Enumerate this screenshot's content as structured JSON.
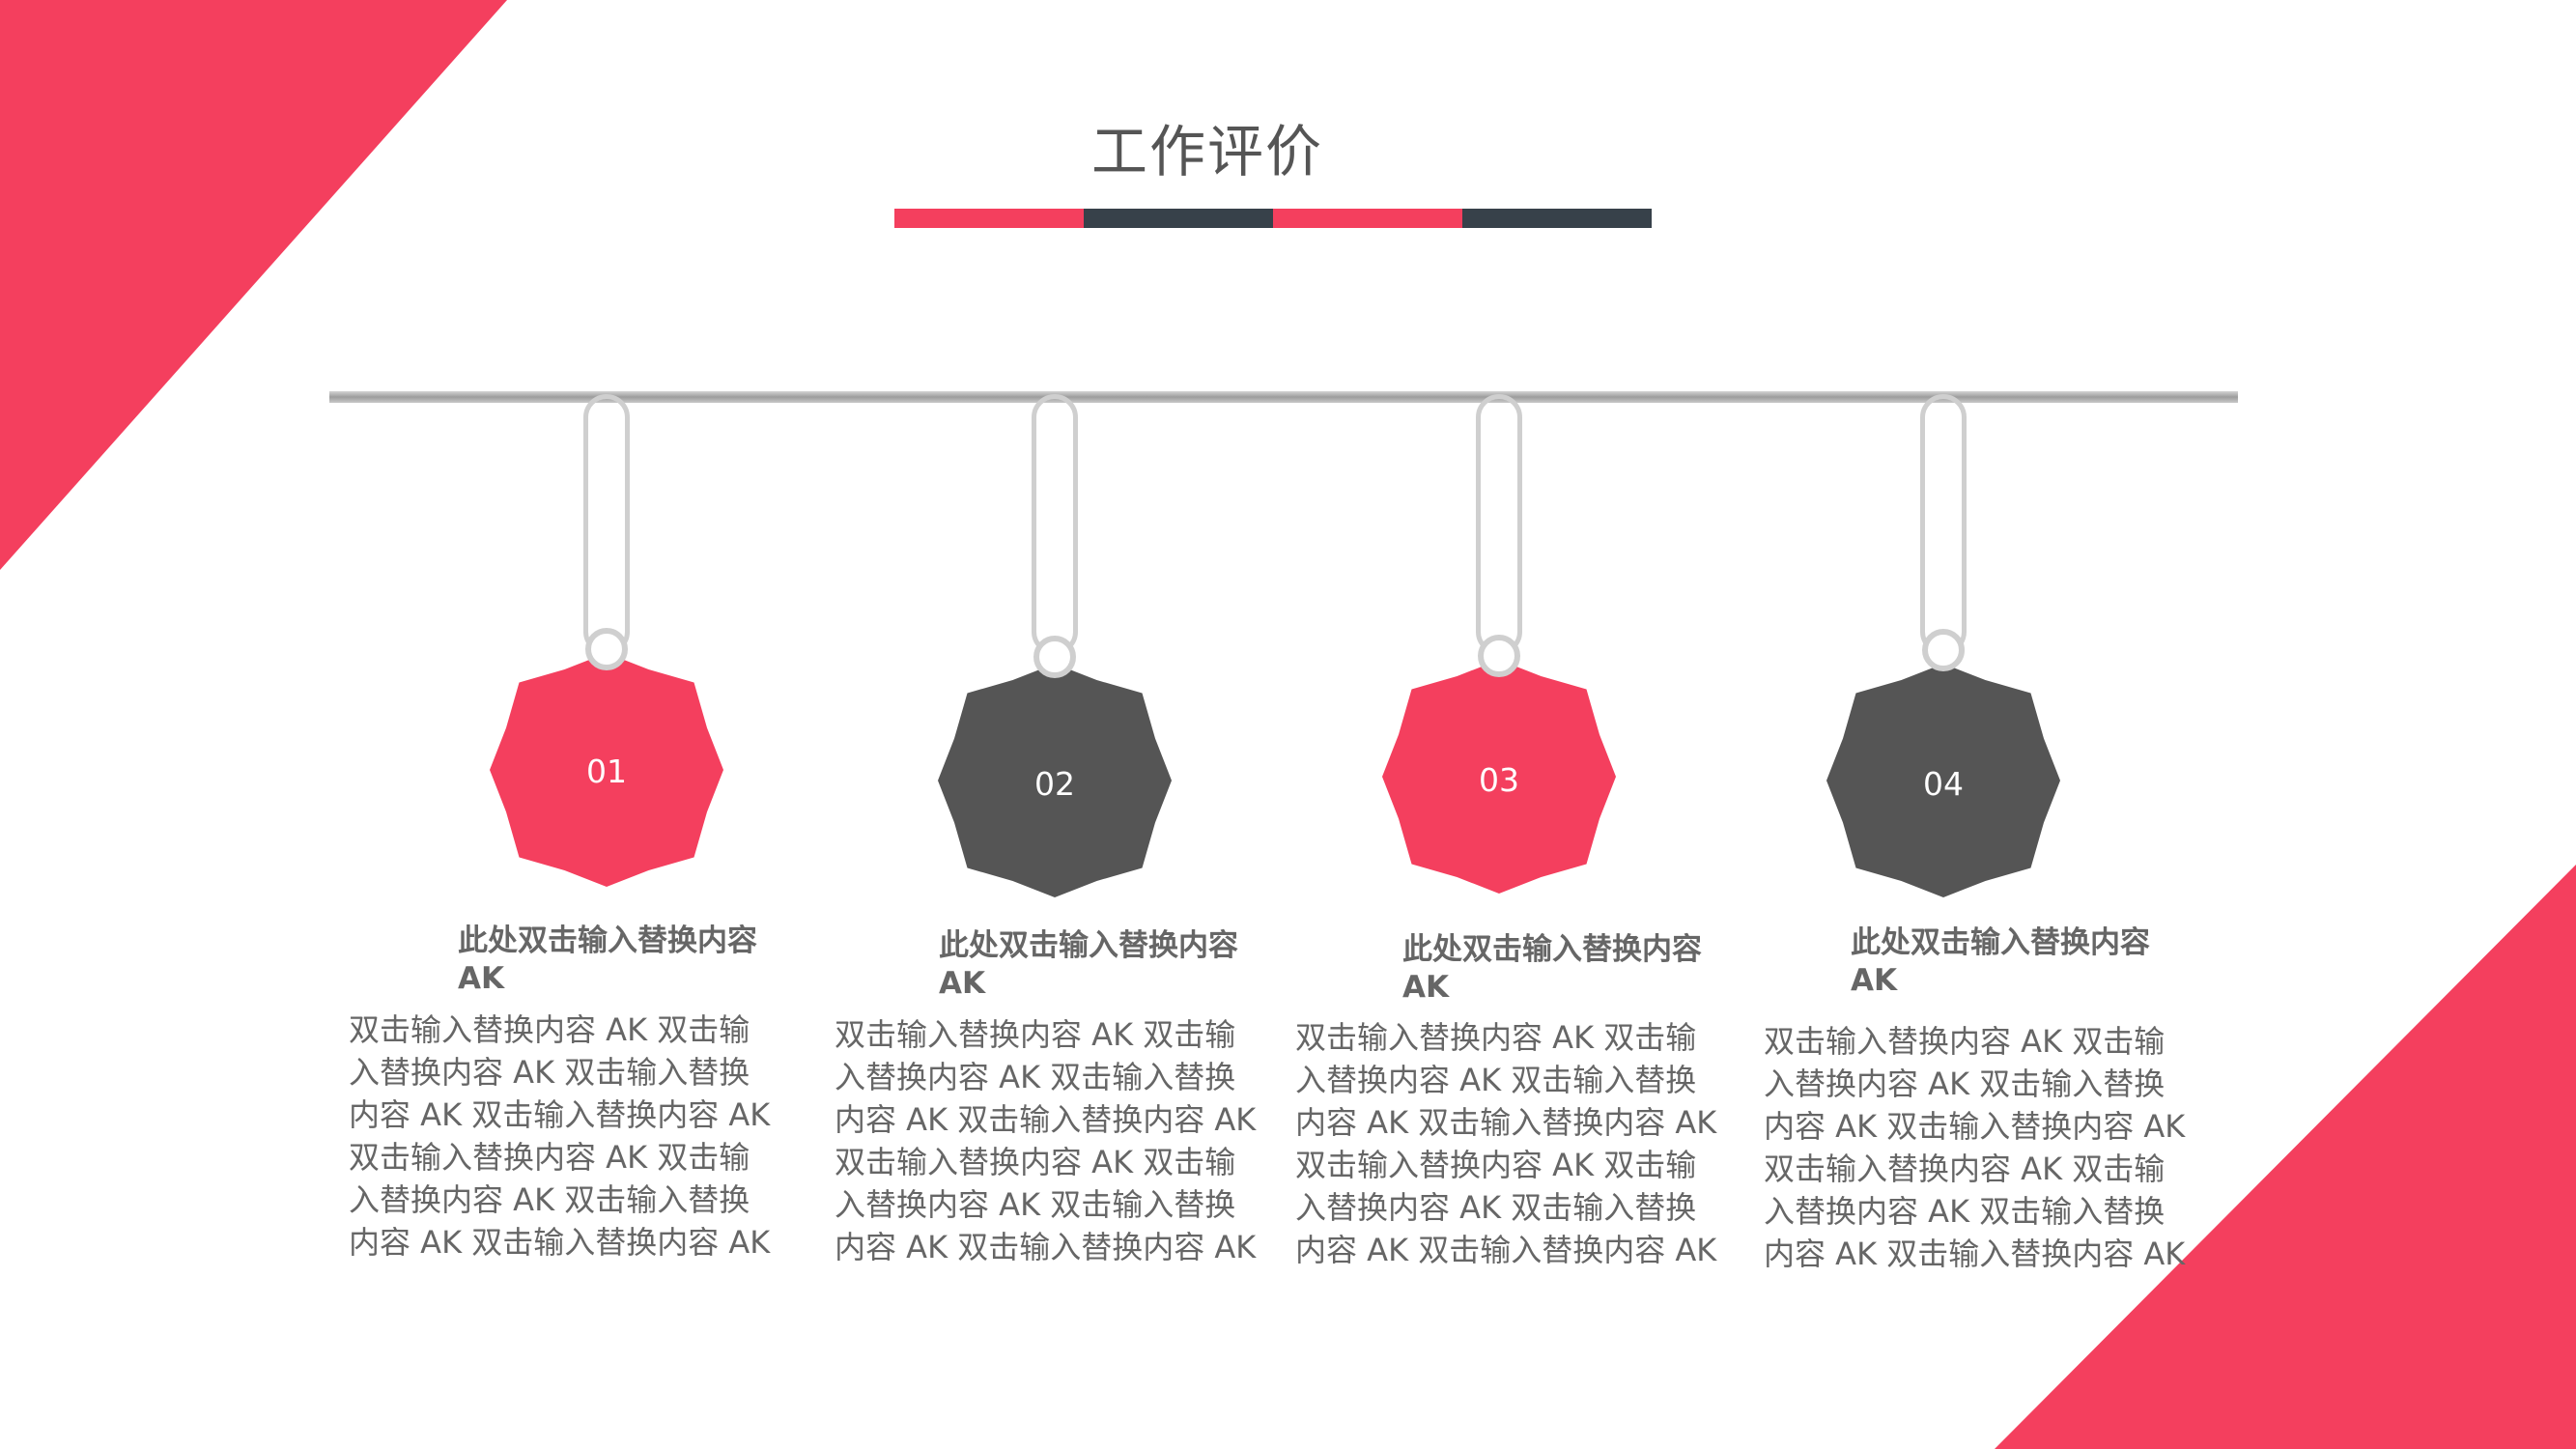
{
  "title": "工作评价",
  "colors": {
    "accent": "#f43f5e",
    "dark": "#555555",
    "bar_dark": "#37414a",
    "hanger": "#cfcfcf"
  },
  "items": [
    {
      "number": "01",
      "heading": "此处双击输入替换内容 AK",
      "body": "双击输入替换内容 AK 双击输入替换内容 AK 双击输入替换内容 AK 双击输入替换内容 AK 双击输入替换内容 AK 双击输入替换内容 AK 双击输入替换内容 AK 双击输入替换内容 AK",
      "color": "#f43f5e"
    },
    {
      "number": "02",
      "heading": "此处双击输入替换内容 AK",
      "body": "双击输入替换内容 AK 双击输入替换内容 AK 双击输入替换内容 AK 双击输入替换内容 AK 双击输入替换内容 AK 双击输入替换内容 AK 双击输入替换内容 AK 双击输入替换内容 AK",
      "color": "#555555"
    },
    {
      "number": "03",
      "heading": "此处双击输入替换内容 AK",
      "body": "双击输入替换内容 AK 双击输入替换内容 AK 双击输入替换内容 AK 双击输入替换内容 AK 双击输入替换内容 AK 双击输入替换内容 AK 双击输入替换内容 AK 双击输入替换内容 AK",
      "color": "#f43f5e"
    },
    {
      "number": "04",
      "heading": "此处双击输入替换内容 AK",
      "body": "双击输入替换内容 AK 双击输入替换内容 AK 双击输入替换内容 AK 双击输入替换内容 AK 双击输入替换内容 AK 双击输入替换内容 AK 双击输入替换内容 AK 双击输入替换内容 AK",
      "color": "#555555"
    }
  ]
}
